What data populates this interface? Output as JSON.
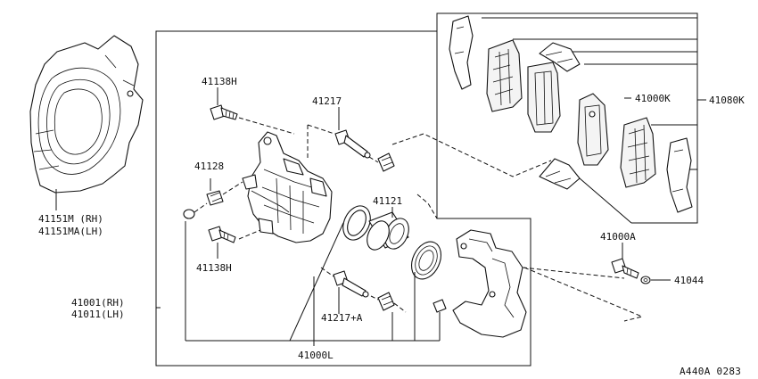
{
  "diagram": {
    "labels": {
      "backing_plate_rh": "41151M  (RH)",
      "backing_plate_lh": "41151MA(LH)",
      "bolt_upper": "41138H",
      "pin_upper": "41217",
      "bleeder": "41128",
      "bolt_lower": "41138H",
      "piston": "41121",
      "pin_lower": "41217+A",
      "caliper_rh": "41001(RH)",
      "caliper_lh": "41011(LH)",
      "seal_kit": "41000L",
      "pad_kit": "41000K",
      "pad_set": "41080K",
      "mount_bolt": "41000A",
      "washer": "41044"
    },
    "reference_code": "A440A 0283"
  }
}
